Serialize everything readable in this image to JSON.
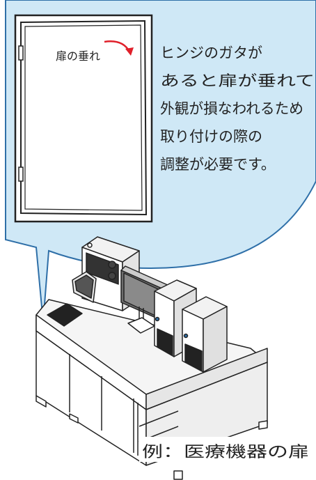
{
  "door_label": "扉の垂れ",
  "explanation_lines": [
    "ヒンジのガタが",
    "あると扉が垂れて",
    "外観が損なわれるため",
    "取り付けの際の",
    "調整が必要です。"
  ],
  "caption": "例：医療機器の扉",
  "colors": {
    "bubble_fill": "#cfe8f6",
    "bubble_stroke": "#2e6fa8",
    "arrow": "#e0202a",
    "line": "#222222"
  }
}
